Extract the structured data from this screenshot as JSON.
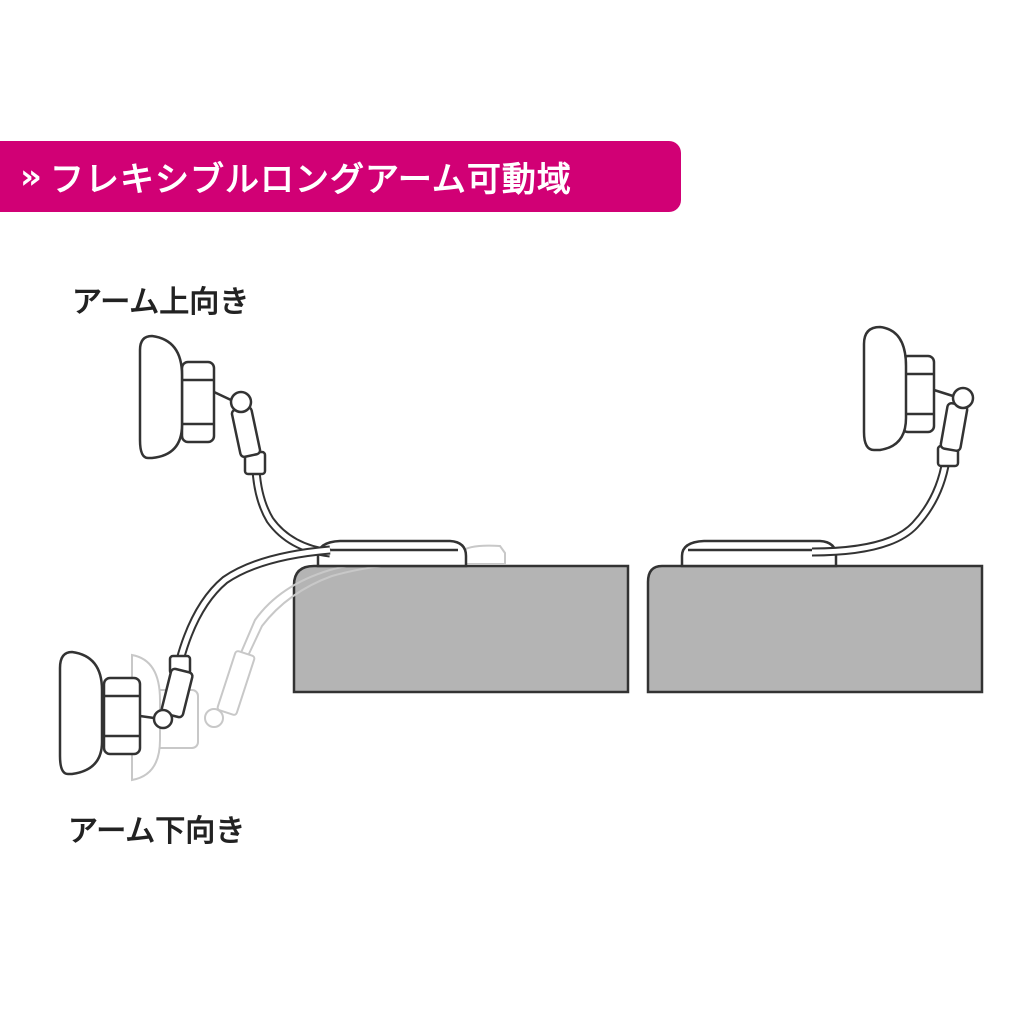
{
  "banner": {
    "arrows": "»",
    "title": "フレキシブルロングアーム可動域",
    "color": "#d10075"
  },
  "labels": {
    "arm_up": "アーム上向き",
    "arm_down": "アーム下向き"
  },
  "colors": {
    "desk_fill": "#b4b4b4",
    "stroke": "#333333",
    "ghost_stroke": "#c8c8c8"
  }
}
